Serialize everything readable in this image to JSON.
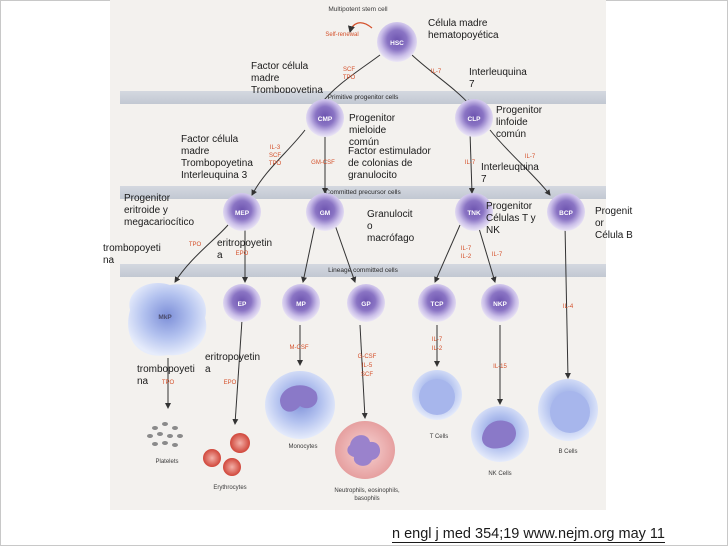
{
  "diagram": {
    "title": "Multipotent stem cell",
    "self_renewal": "Self-renewal",
    "bands": [
      "Primitive progenitor cells",
      "Committed precursor cells",
      "Lineage committed cells"
    ],
    "cells": {
      "hsc": "HSC",
      "cmp": "CMP",
      "clp": "CLP",
      "mep": "MEP",
      "gm": "GM",
      "tnk": "TNK",
      "bcp": "BCP",
      "mk": "MkP",
      "ep": "EP",
      "mp": "MP",
      "gp": "GP",
      "tcp": "TCP",
      "nkp": "NKP"
    },
    "factors": {
      "scf_tpo": [
        "SCF",
        "TPO"
      ],
      "il7_a": "IL-7",
      "il3_scf_tpo": [
        "IL-3",
        "SCF",
        "TPO"
      ],
      "gmcsf": "GM-CSF",
      "il7_b": "IL-7",
      "il7_c": "IL-7",
      "tpo_a": "TPO",
      "epo_a": "EPO",
      "il7_il2": [
        "IL-7",
        "IL-2"
      ],
      "il7_d": "IL-7",
      "mcsf": "M-CSF",
      "gcsf": [
        "G-CSF",
        "IL-5",
        "SCF"
      ],
      "il7_il2_b": [
        "IL-7",
        "IL-2"
      ],
      "il15": "IL-15",
      "il4": "IL-4",
      "tpo_b": "TPO",
      "epo_b": "EPO"
    },
    "outcomes": {
      "platelets": "Platelets",
      "erythrocytes": "Erythrocytes",
      "monocytes": "Monocytes",
      "neutrophils": [
        "Neutrophils, eosinophils,",
        "basophils"
      ],
      "tcells": "T Cells",
      "nkcells": "NK Cells",
      "bcells": "B Cells"
    }
  },
  "labels": {
    "hsc": [
      "Célula madre",
      "hematopoyética"
    ],
    "factor_top": [
      "Factor célula",
      "madre",
      "Trombopoyetina"
    ],
    "il7_top": [
      "Interleuquina",
      "7"
    ],
    "prog_mieloide": [
      "Progenitor",
      "mieloide",
      "común"
    ],
    "prog_linfoide": [
      "Progenitor",
      "linfoide",
      "común"
    ],
    "factor_mid": [
      "Factor célula",
      "madre",
      "Trombopoyetina",
      "Interleuquina 3"
    ],
    "fec_granulocito": [
      "Factor estimulador",
      "de colonias de",
      "granulocito"
    ],
    "il7_mid": [
      "Interleuquina",
      "7"
    ],
    "prog_eritroide": [
      "Progenitor",
      "eritroide y",
      "megacariocítico"
    ],
    "granulocito": [
      "Granulocit",
      "o",
      "macrófago"
    ],
    "prog_tnk": [
      "Progenitor",
      "Células T y",
      "NK"
    ],
    "prog_b": [
      "Progenit",
      "or",
      "Célula B"
    ],
    "trombo_left": [
      "trombopoyeti",
      "na"
    ],
    "eritro_mid": [
      "eritropoyetin",
      "a"
    ],
    "eritro_low": [
      "eritropoyetin",
      "a"
    ],
    "trombo_low": [
      "trombopoyeti",
      "na"
    ]
  },
  "citation": "n engl j med 354;19 www.nejm.org may 11"
}
